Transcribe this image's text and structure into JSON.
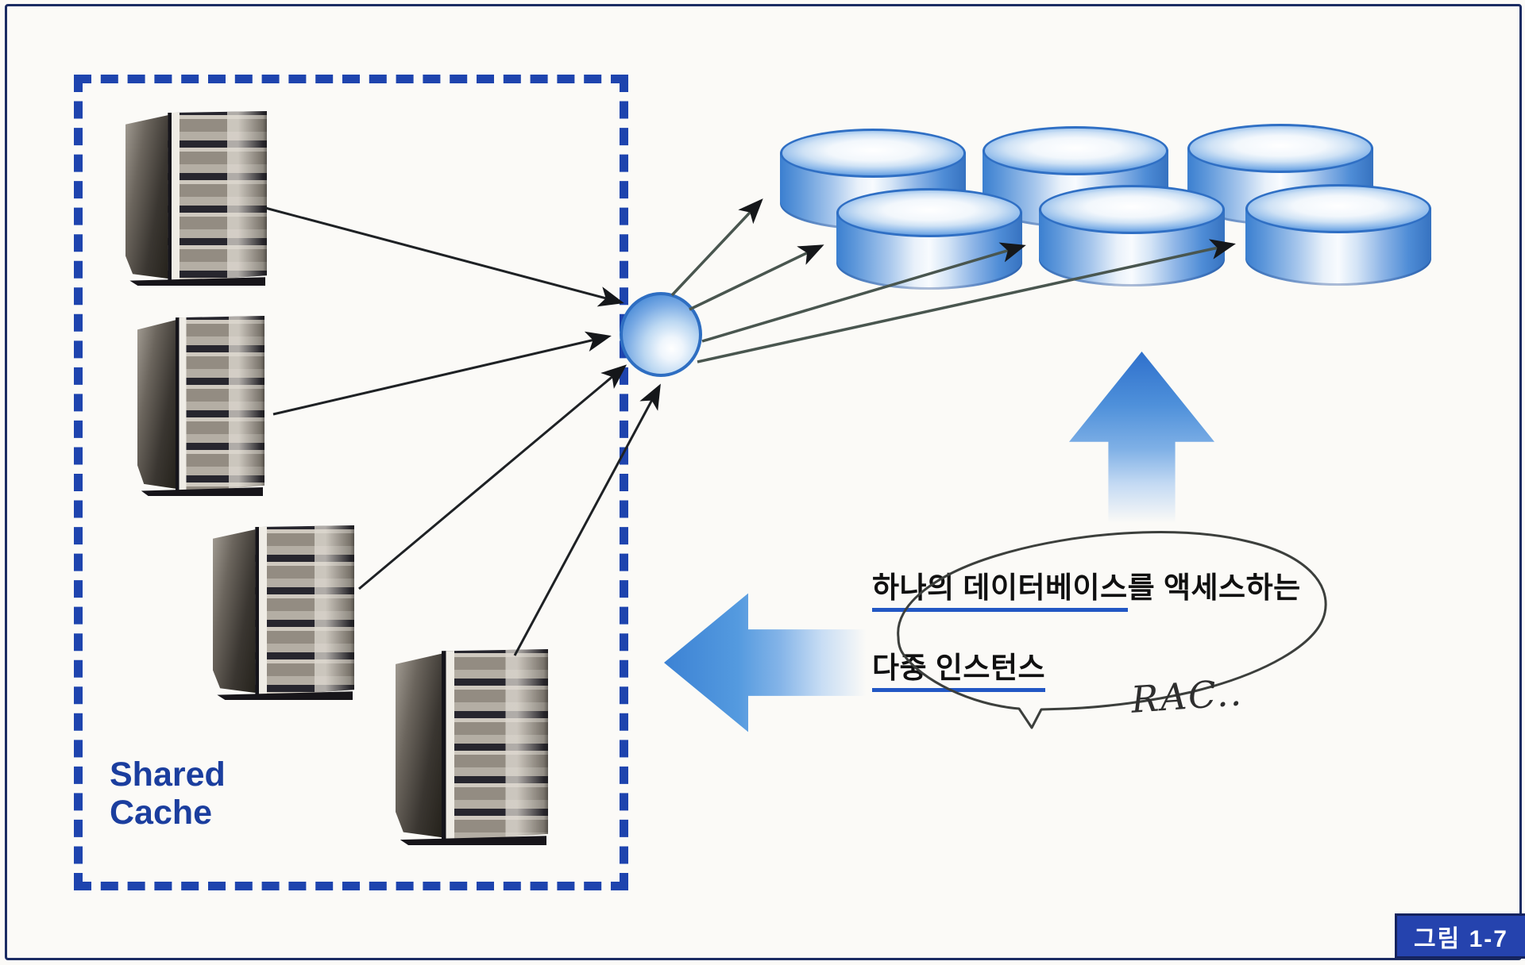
{
  "colors": {
    "frame_border": "#1b2c63",
    "dashed_box": "#1e44ae",
    "label_blue": "#1b3e9e",
    "underline_blue": "#2257c4",
    "badge_bg": "#2543ae",
    "badge_text": "#ffffff",
    "arrow_blue": "#3c82d4",
    "cylinder_blue": "#3b7fd0",
    "connector_dark": "#1e2124"
  },
  "shared_cache_box": {
    "label_line1": "Shared",
    "label_line2": "Cache",
    "server_count": 4
  },
  "storage": {
    "cylinder_count": 6
  },
  "annotation": {
    "line1_underlined": "하나의 데이터베이스",
    "line1_rest": "를 액세스하는",
    "line2_underlined": "다중 인스턴스",
    "handwritten_note": "RAC.."
  },
  "figure_badge": {
    "label": "그림 1-7"
  }
}
